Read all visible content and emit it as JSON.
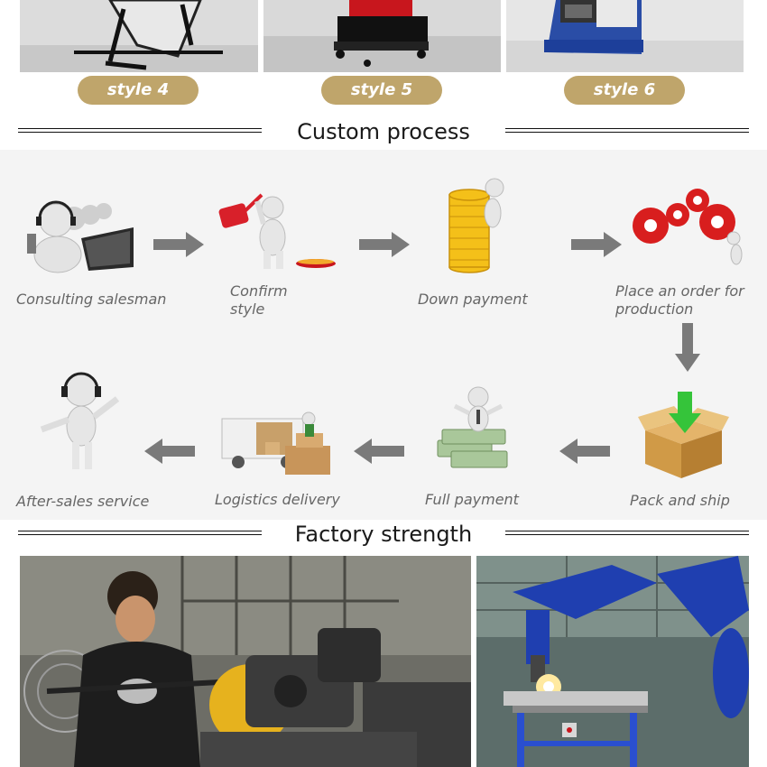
{
  "styles": [
    {
      "label": "style 4"
    },
    {
      "label": "style 5"
    },
    {
      "label": "style 6"
    }
  ],
  "sections": {
    "custom_process": "Custom process",
    "factory_strength": "Factory strength"
  },
  "process_steps": [
    {
      "label": "Consulting salesman",
      "icon": "customer-service-icon"
    },
    {
      "label": "Confirm\nstyle",
      "icon": "hammer-figure-icon"
    },
    {
      "label": "Down payment",
      "icon": "coin-stack-icon"
    },
    {
      "label": "Place an order for\nproduction",
      "icon": "gears-icon"
    },
    {
      "label": "Pack and ship",
      "icon": "box-icon"
    },
    {
      "label": "Full payment",
      "icon": "money-figure-icon"
    },
    {
      "label": "Logistics delivery",
      "icon": "truck-icon"
    },
    {
      "label": "After-sales service",
      "icon": "headset-figure-icon"
    }
  ],
  "colors": {
    "pill": "#bfa56b",
    "arrow": "#7a7a7a",
    "robot": "#1f3fb0",
    "gear": "#d81e1e"
  }
}
